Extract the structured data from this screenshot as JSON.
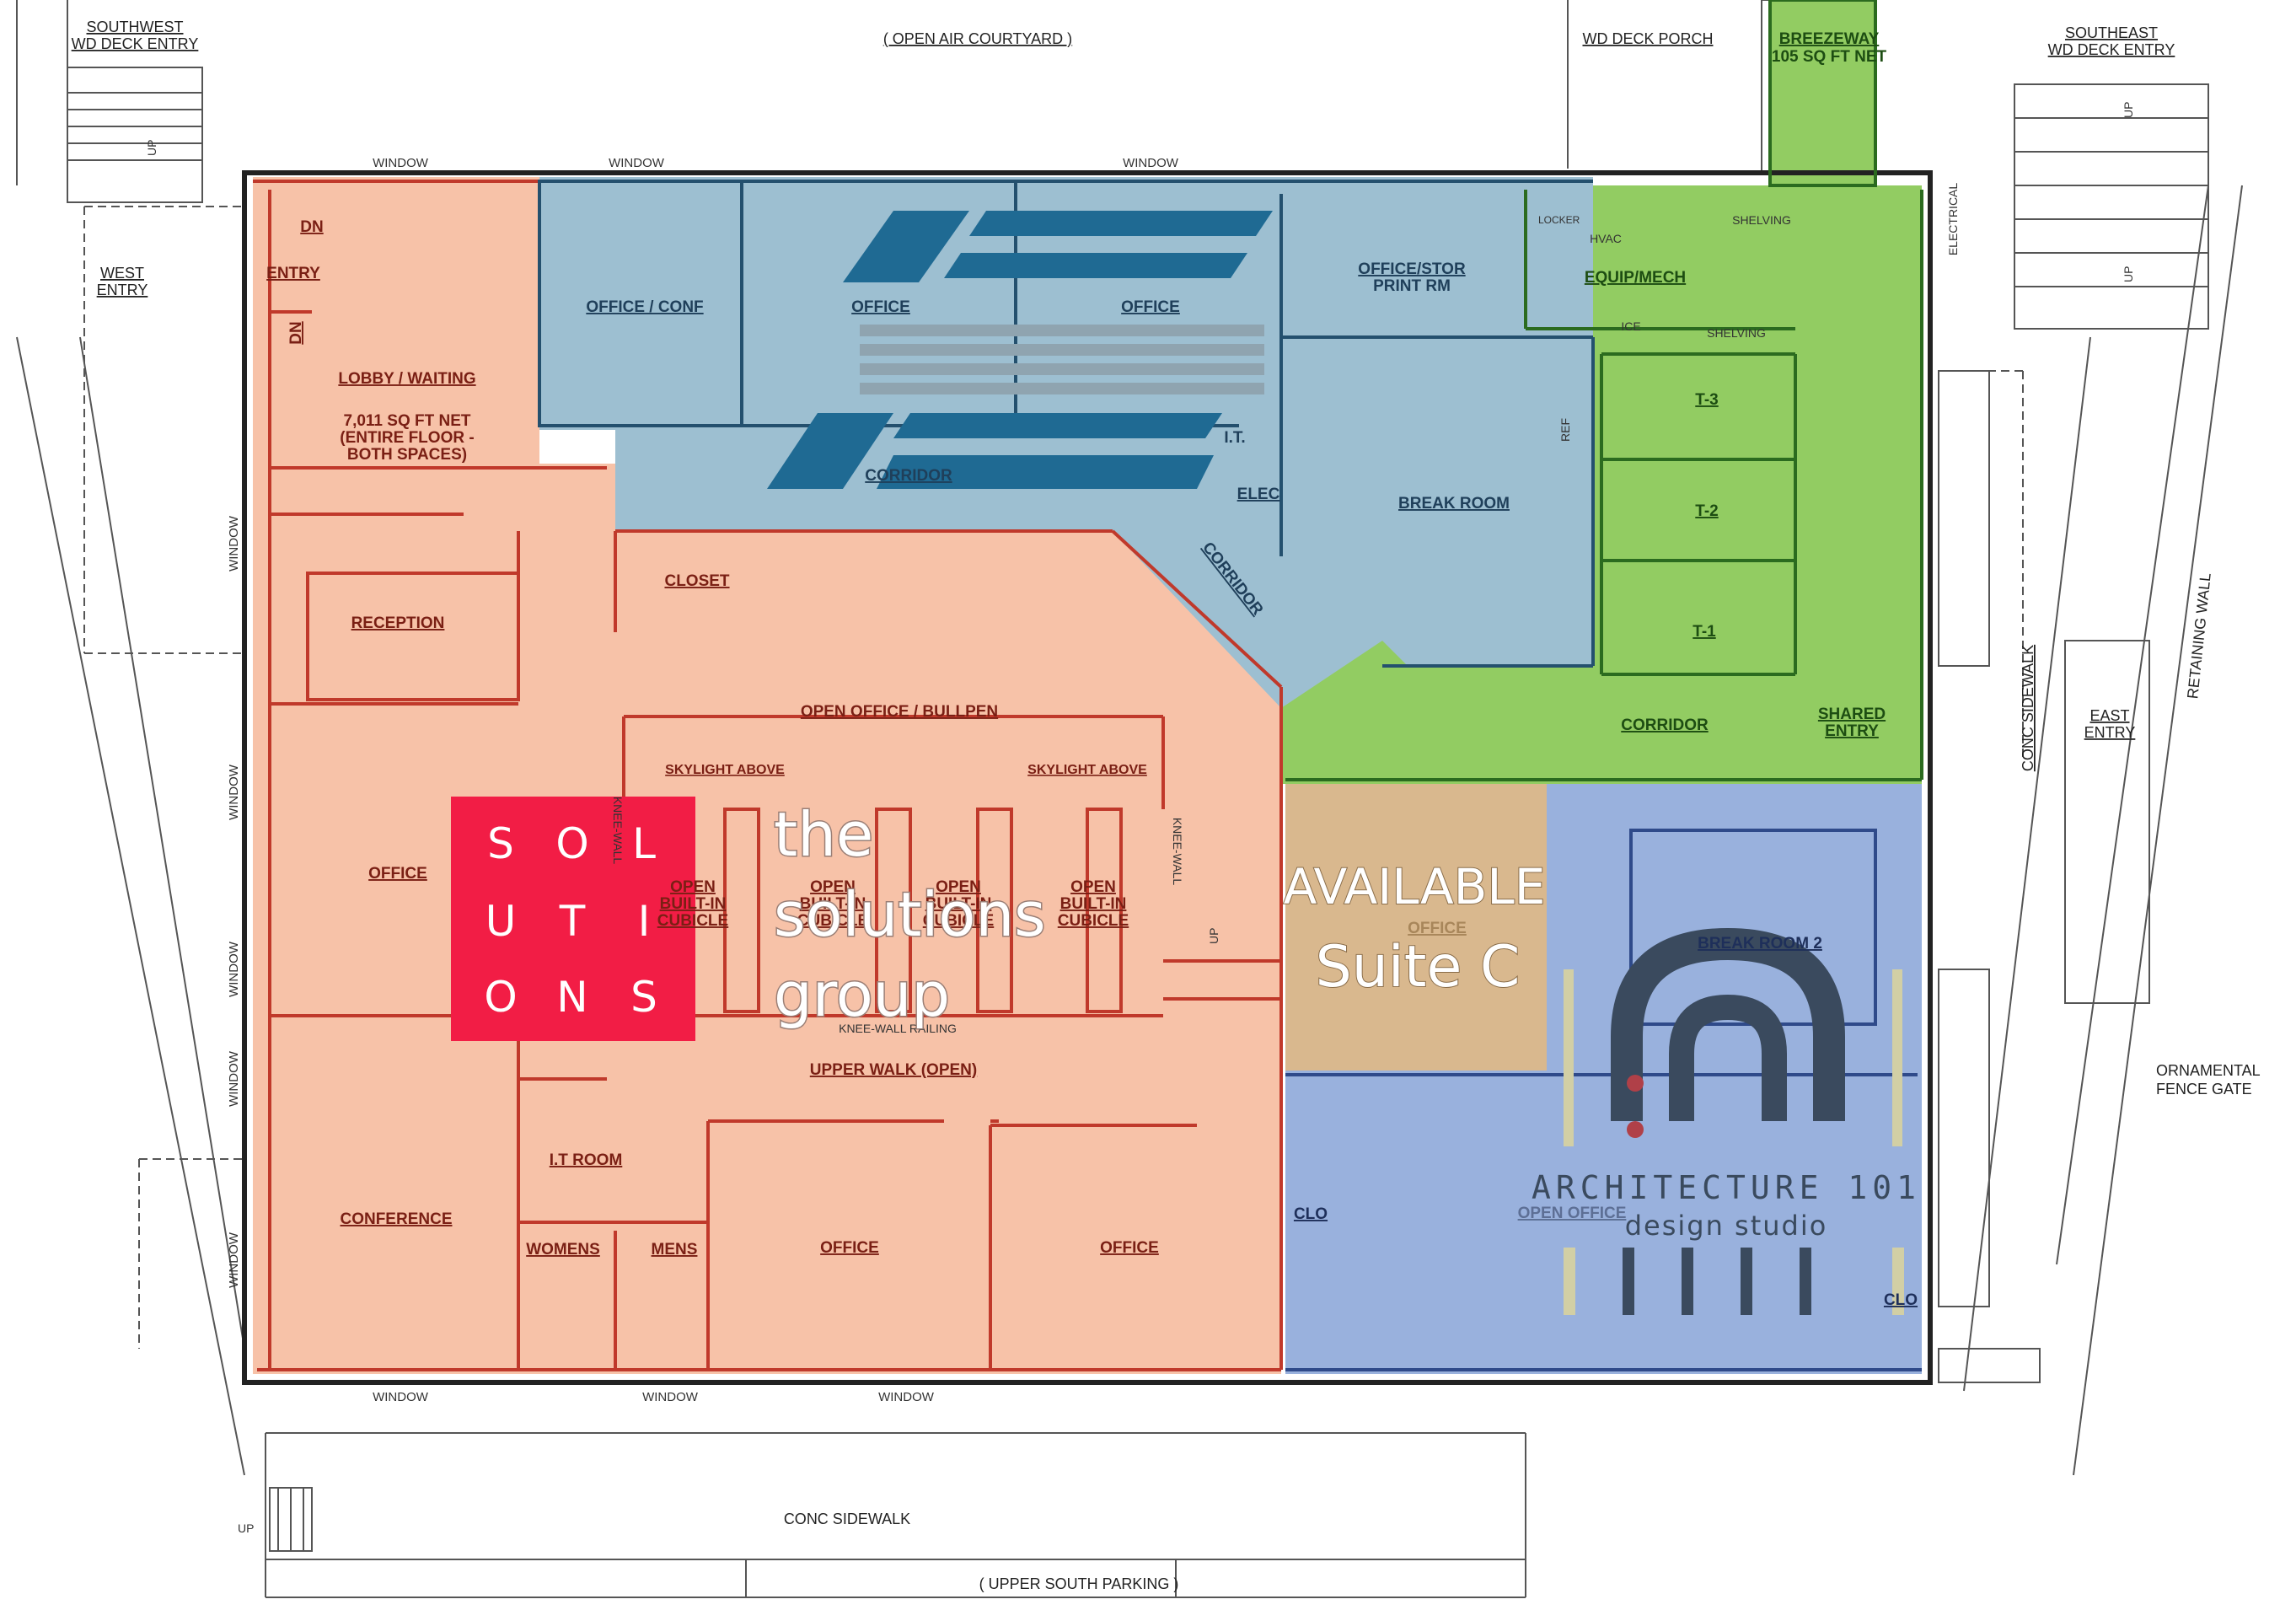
{
  "exterior": {
    "courtyard": "( OPEN AIR COURTYARD )",
    "sw_deck_line1": "SOUTHWEST",
    "sw_deck_line2": "WD DECK ENTRY",
    "wd_deck_porch": "WD DECK PORCH",
    "se_deck_line1": "SOUTHEAST",
    "se_deck_line2": "WD DECK ENTRY",
    "west_entry_line1": "WEST",
    "west_entry_line2": "ENTRY",
    "east_entry_line1": "EAST",
    "east_entry_line2": "ENTRY",
    "conc_sidewalk_east": "CONC SIDEWALK",
    "retaining_wall": "RETAINING WALL",
    "ornamental_line1": "ORNAMENTAL",
    "ornamental_line2": "FENCE GATE",
    "electrical": "ELECTRICAL",
    "conc_sidewalk_south": "CONC SIDEWALK",
    "upper_south_parking": "( UPPER SOUTH PARKING )",
    "up": "UP",
    "window": "WINDOW"
  },
  "rooms": {
    "dn": "DN",
    "entry": "ENTRY",
    "lobby": "LOBBY / WAITING",
    "net_line1": "7,011 SQ FT NET",
    "net_line2": "(ENTIRE FLOOR -",
    "net_line3": "BOTH SPACES)",
    "reception": "RECEPTION",
    "closet": "CLOSET",
    "open_office": "OPEN OFFICE / BULLPEN",
    "skylight": "SKYLIGHT ABOVE",
    "knee_wall": "KNEE-WALL",
    "open_cubicle_line1": "OPEN",
    "open_cubicle_line2": "BUILT-IN",
    "open_cubicle_line3": "CUBICLE",
    "office": "OFFICE",
    "knee_wall_railing": "KNEE-WALL RAILING",
    "upper_walk": "UPPER WALK (OPEN)",
    "it_room": "I.T ROOM",
    "conference": "CONFERENCE",
    "womens": "WOMENS",
    "mens": "MENS",
    "office_conf": "OFFICE / CONF",
    "corridor": "CORRIDOR",
    "it": "I.T.",
    "elec": "ELEC",
    "office_stor_line1": "OFFICE/STOR",
    "office_stor_line2": "PRINT RM",
    "break_room": "BREAK ROOM",
    "ref": "REF",
    "breezeway_line1": "BREEZEWAY",
    "breezeway_line2": "105 SQ FT NET",
    "locker": "LOCKER",
    "hvac": "HVAC",
    "shelving": "SHELVING",
    "equip_mech": "EQUIP/MECH",
    "ice": "ICE",
    "t3": "T-3",
    "t2": "T-2",
    "t1": "T-1",
    "shared_entry_line1": "SHARED",
    "shared_entry_line2": "ENTRY",
    "break_room_2": "BREAK ROOM 2",
    "clo": "CLO",
    "open_office_lower": "OPEN OFFICE"
  },
  "suite": {
    "line1": "AVAILABLE",
    "line2": "Suite C"
  },
  "logos": {
    "solutions_letters": [
      "S",
      "O",
      "L",
      "U",
      "T",
      "I",
      "O",
      "N",
      "S"
    ],
    "solutions_text_line1": "the",
    "solutions_text_line2": "solutions",
    "solutions_text_line3": "group",
    "arch_name": "ARCHITECTURE 101",
    "arch_sub": "design studio"
  },
  "colors": {
    "salmon": "#f7c2a8",
    "steel_blue": "#9dbfd1",
    "green": "#92cc62",
    "tan": "#d9b88e",
    "periwinkle": "#99b1dd",
    "red_wall": "#c0392b",
    "logo_red": "#f21d45",
    "logo_blue": "#1f6a93"
  }
}
